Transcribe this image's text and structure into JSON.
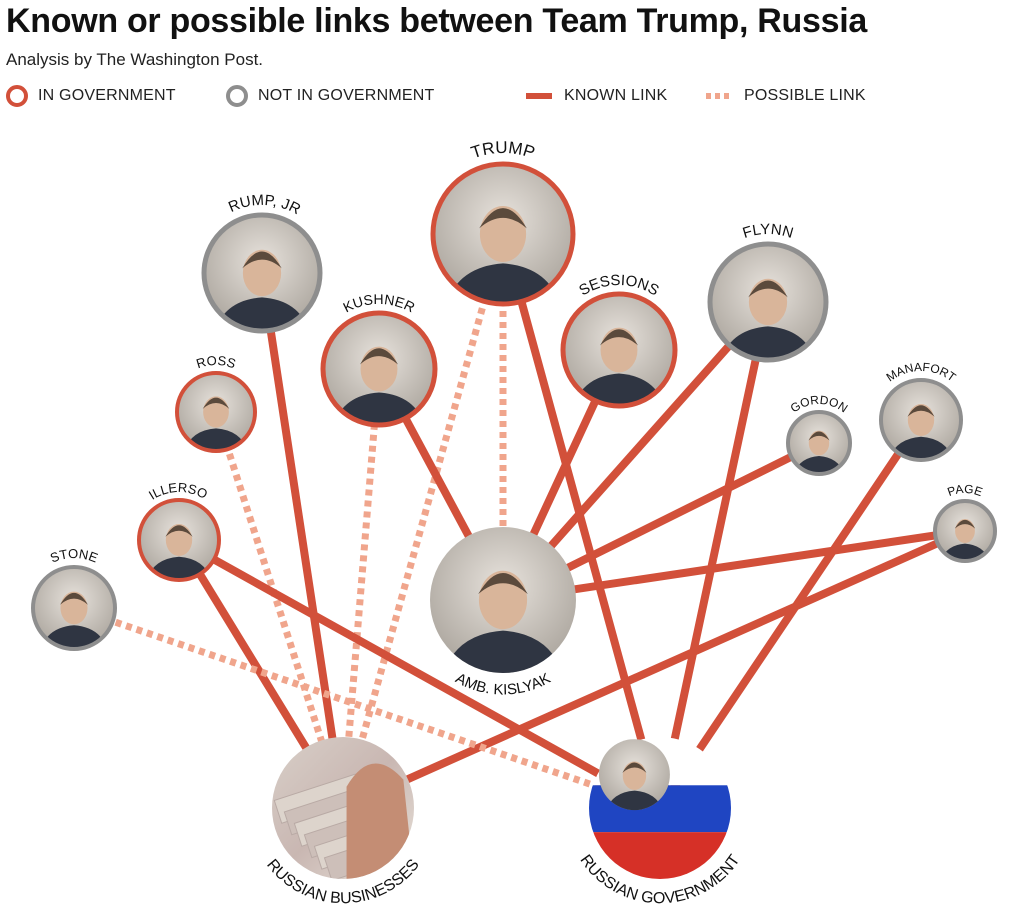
{
  "title": "Known or possible links between Team Trump, Russia",
  "subtitle": "Analysis by The Washington Post.",
  "legend": {
    "in_government": "IN GOVERNMENT",
    "not_in_government": "NOT IN GOVERNMENT",
    "known_link": "KNOWN LINK",
    "possible_link": "POSSIBLE LINK"
  },
  "colors": {
    "in_government": "#d2503a",
    "not_in_government": "#8e8e8e",
    "known_link": "#d2503a",
    "possible_link": "#f0a58c",
    "flag_white": "#ffffff",
    "flag_blue": "#1f45c2",
    "flag_red": "#d63027"
  },
  "nodes": [
    {
      "id": "trump",
      "label": "TRUMP",
      "status": "in_government"
    },
    {
      "id": "trump_jr",
      "label": "TRUMP, JR.",
      "status": "not_in_government"
    },
    {
      "id": "kushner",
      "label": "KUSHNER",
      "status": "in_government"
    },
    {
      "id": "sessions",
      "label": "SESSIONS",
      "status": "in_government"
    },
    {
      "id": "flynn",
      "label": "FLYNN",
      "status": "not_in_government"
    },
    {
      "id": "ross",
      "label": "ROSS",
      "status": "in_government"
    },
    {
      "id": "gordon",
      "label": "GORDON",
      "status": "not_in_government"
    },
    {
      "id": "manafort",
      "label": "MANAFORT",
      "status": "not_in_government"
    },
    {
      "id": "tillerson",
      "label": "TILLERSON",
      "status": "in_government"
    },
    {
      "id": "page",
      "label": "PAGE",
      "status": "not_in_government"
    },
    {
      "id": "stone",
      "label": "STONE",
      "status": "not_in_government"
    },
    {
      "id": "kislyak",
      "label": "AMB. KISLYAK",
      "status": "none"
    },
    {
      "id": "businesses",
      "label": "RUSSIAN BUSINESSES",
      "status": "none"
    },
    {
      "id": "government",
      "label": "RUSSIAN GOVERNMENT",
      "status": "none"
    }
  ],
  "links": [
    {
      "from": "trump",
      "to": "businesses",
      "type": "possible"
    },
    {
      "from": "trump",
      "to": "kislyak",
      "type": "possible"
    },
    {
      "from": "trump",
      "to": "government",
      "type": "known"
    },
    {
      "from": "trump_jr",
      "to": "businesses",
      "type": "known"
    },
    {
      "from": "kushner",
      "to": "businesses",
      "type": "possible"
    },
    {
      "from": "kushner",
      "to": "kislyak",
      "type": "known"
    },
    {
      "from": "sessions",
      "to": "kislyak",
      "type": "known"
    },
    {
      "from": "flynn",
      "to": "kislyak",
      "type": "known"
    },
    {
      "from": "flynn",
      "to": "government",
      "type": "known"
    },
    {
      "from": "ross",
      "to": "businesses",
      "type": "possible"
    },
    {
      "from": "gordon",
      "to": "kislyak",
      "type": "known"
    },
    {
      "from": "manafort",
      "to": "government",
      "type": "known"
    },
    {
      "from": "tillerson",
      "to": "businesses",
      "type": "known"
    },
    {
      "from": "tillerson",
      "to": "government",
      "type": "known"
    },
    {
      "from": "page",
      "to": "kislyak",
      "type": "known"
    },
    {
      "from": "page",
      "to": "businesses",
      "type": "known"
    },
    {
      "from": "stone",
      "to": "government",
      "type": "possible"
    }
  ]
}
